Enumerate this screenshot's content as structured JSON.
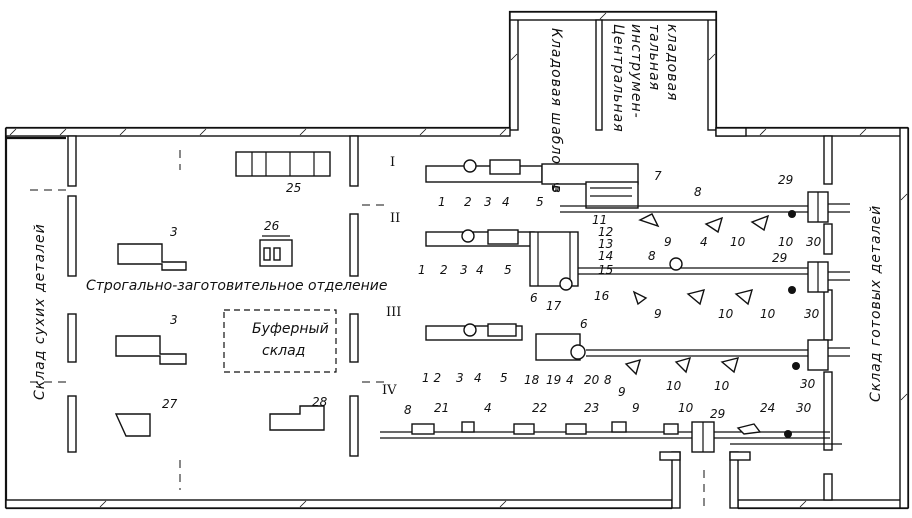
{
  "rooms": {
    "templates_storage": "Кладовая шаблонов",
    "central_tool_storage": [
      "Центральная",
      "инструмен-",
      "тальная",
      "кладовая"
    ],
    "dry_parts_storage": "Склад сухих деталей",
    "finished_parts_storage": "Склад готовых деталей",
    "planing_department": "Строгально-заготовительное отделение",
    "buffer_storage": [
      "Буферный",
      "склад"
    ]
  },
  "lines": [
    "I",
    "II",
    "III",
    "IV"
  ],
  "labels": {
    "l3a": "3",
    "l26": "26",
    "l25": "25",
    "l3b": "3",
    "l27": "27",
    "l28": "28",
    "I_1": "1",
    "I_2": "2",
    "I_3": "3",
    "I_4": "4",
    "I_5": "5",
    "I_6": "6",
    "I_7": "7",
    "I_8": "8",
    "I_29": "29",
    "I_30": "30",
    "II_1": "1",
    "II_2": "2",
    "II_3": "3",
    "II_4": "4",
    "II_5": "5",
    "II_6": "6",
    "II_11": "11",
    "II_12": "12",
    "II_13": "13",
    "II_14": "14",
    "II_15": "15",
    "II_16": "16",
    "II_17": "17",
    "II_8": "8",
    "II_9": "9",
    "II_4b": "4",
    "II_10": "10",
    "II_10b": "10",
    "II_29": "29",
    "II_9b": "9",
    "II_10c": "10",
    "II_10d": "10",
    "II_30": "30",
    "III_12": "1 2",
    "III_3": "3",
    "III_4": "4",
    "III_5": "5",
    "III_6": "6",
    "III_18": "18",
    "III_19": "19",
    "III_4b": "4",
    "III_20": "20",
    "III_8": "8",
    "III_9": "9",
    "III_10": "10",
    "III_10b": "10",
    "III_30": "30",
    "IV_8": "8",
    "IV_21": "21",
    "IV_4": "4",
    "IV_22": "22",
    "IV_23": "23",
    "IV_9": "9",
    "IV_10": "10",
    "IV_29": "29",
    "IV_24": "24",
    "IV_30": "30"
  }
}
